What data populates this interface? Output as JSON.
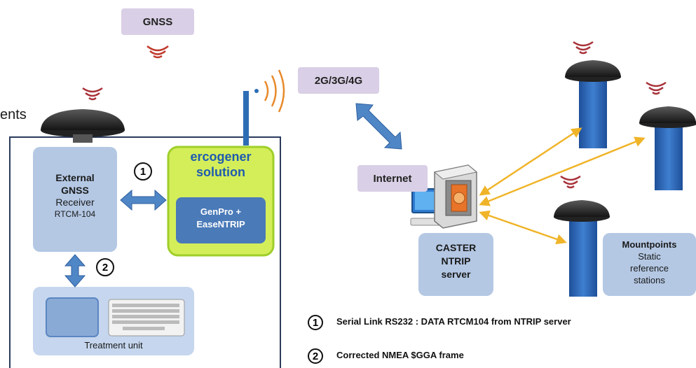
{
  "gnss": {
    "label": "GNSS"
  },
  "network": {
    "label": "2G/3G/4G"
  },
  "internet": {
    "label": "Internet"
  },
  "cropped_text": "ents",
  "receiver": {
    "line1": "External",
    "line2": "GNSS",
    "line3": "Receiver",
    "line4": "RTCM-104"
  },
  "solution": {
    "line1": "ercogener",
    "line2": "solution",
    "inner_line1": "GenPro +",
    "inner_line2": "EaseNTRIP"
  },
  "treatment": {
    "label": "Treatment unit"
  },
  "caster": {
    "line1": "CASTER",
    "line2": "NTRIP",
    "line3": "server"
  },
  "mountpoints": {
    "title": "Mountpoints",
    "line2": "Static",
    "line3": "reference",
    "line4": "stations"
  },
  "markers": {
    "one": "1",
    "two": "2"
  },
  "legend": [
    {
      "number": "1",
      "text": "Serial Link RS232 : DATA RTCM104 from NTRIP server"
    },
    {
      "number": "2",
      "text": "Corrected  NMEA $GGA frame"
    }
  ],
  "colors": {
    "pill": "#d9cfe6",
    "light_blue_box": "#b4c8e4",
    "green_box": "#d4ee5a",
    "dark_blue_box": "#4a7ab8",
    "arrow_blue": "#4f86c6",
    "arrow_yellow": "#f0b429",
    "antenna": "#2d6db4"
  }
}
